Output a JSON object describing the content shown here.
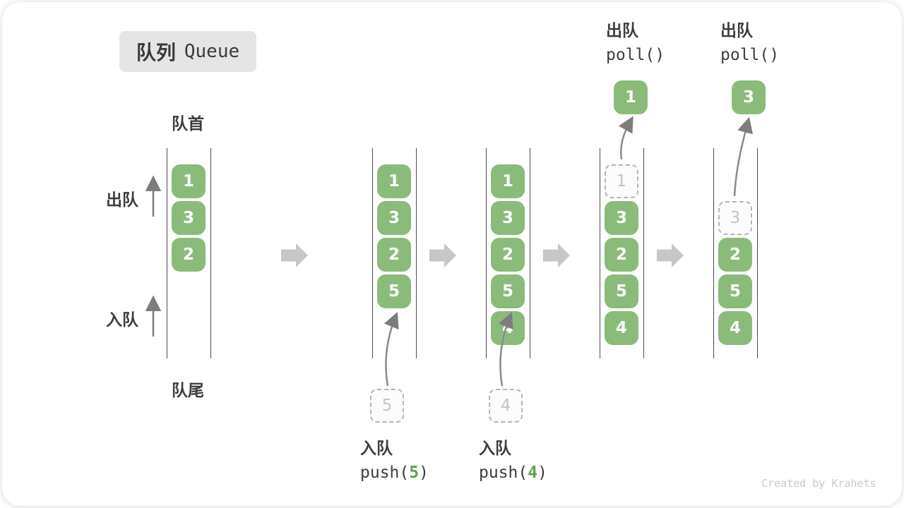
{
  "title": {
    "zh": "队列",
    "en": "Queue"
  },
  "side_labels": {
    "front": "队首",
    "rear": "队尾",
    "dequeue_dir": "出队",
    "enqueue_dir": "入队"
  },
  "queue_states": [
    {
      "name": "initial",
      "cells": [
        "1",
        "3",
        "2"
      ]
    },
    {
      "name": "after-push-5",
      "cells": [
        "1",
        "3",
        "2",
        "5"
      ],
      "incoming": "5",
      "op": {
        "label": "入队",
        "code_pre": "push(",
        "code_arg": "5",
        "code_post": ")"
      }
    },
    {
      "name": "after-push-4",
      "cells": [
        "1",
        "3",
        "2",
        "5",
        "4"
      ],
      "incoming": "4",
      "op": {
        "label": "入队",
        "code_pre": "push(",
        "code_arg": "4",
        "code_post": ")"
      }
    },
    {
      "name": "after-poll-1",
      "removed": "1",
      "cells": [
        "3",
        "2",
        "5",
        "4"
      ],
      "outgoing": "1",
      "op": {
        "label": "出队",
        "code": "poll()"
      }
    },
    {
      "name": "after-poll-3",
      "removed": "3",
      "cells": [
        "2",
        "5",
        "4"
      ],
      "outgoing": "3",
      "op": {
        "label": "出队",
        "code": "poll()"
      }
    }
  ],
  "colors": {
    "box_green": "#8bbb7b",
    "arg_green": "#64a050",
    "block_arrow_gray": "#c7c7c7",
    "thin_arrow_gray": "#7d7d7d",
    "queue_line": "#4d4d4d",
    "badge_bg": "#e5e5e5"
  },
  "watermark": "Created by Krahets"
}
